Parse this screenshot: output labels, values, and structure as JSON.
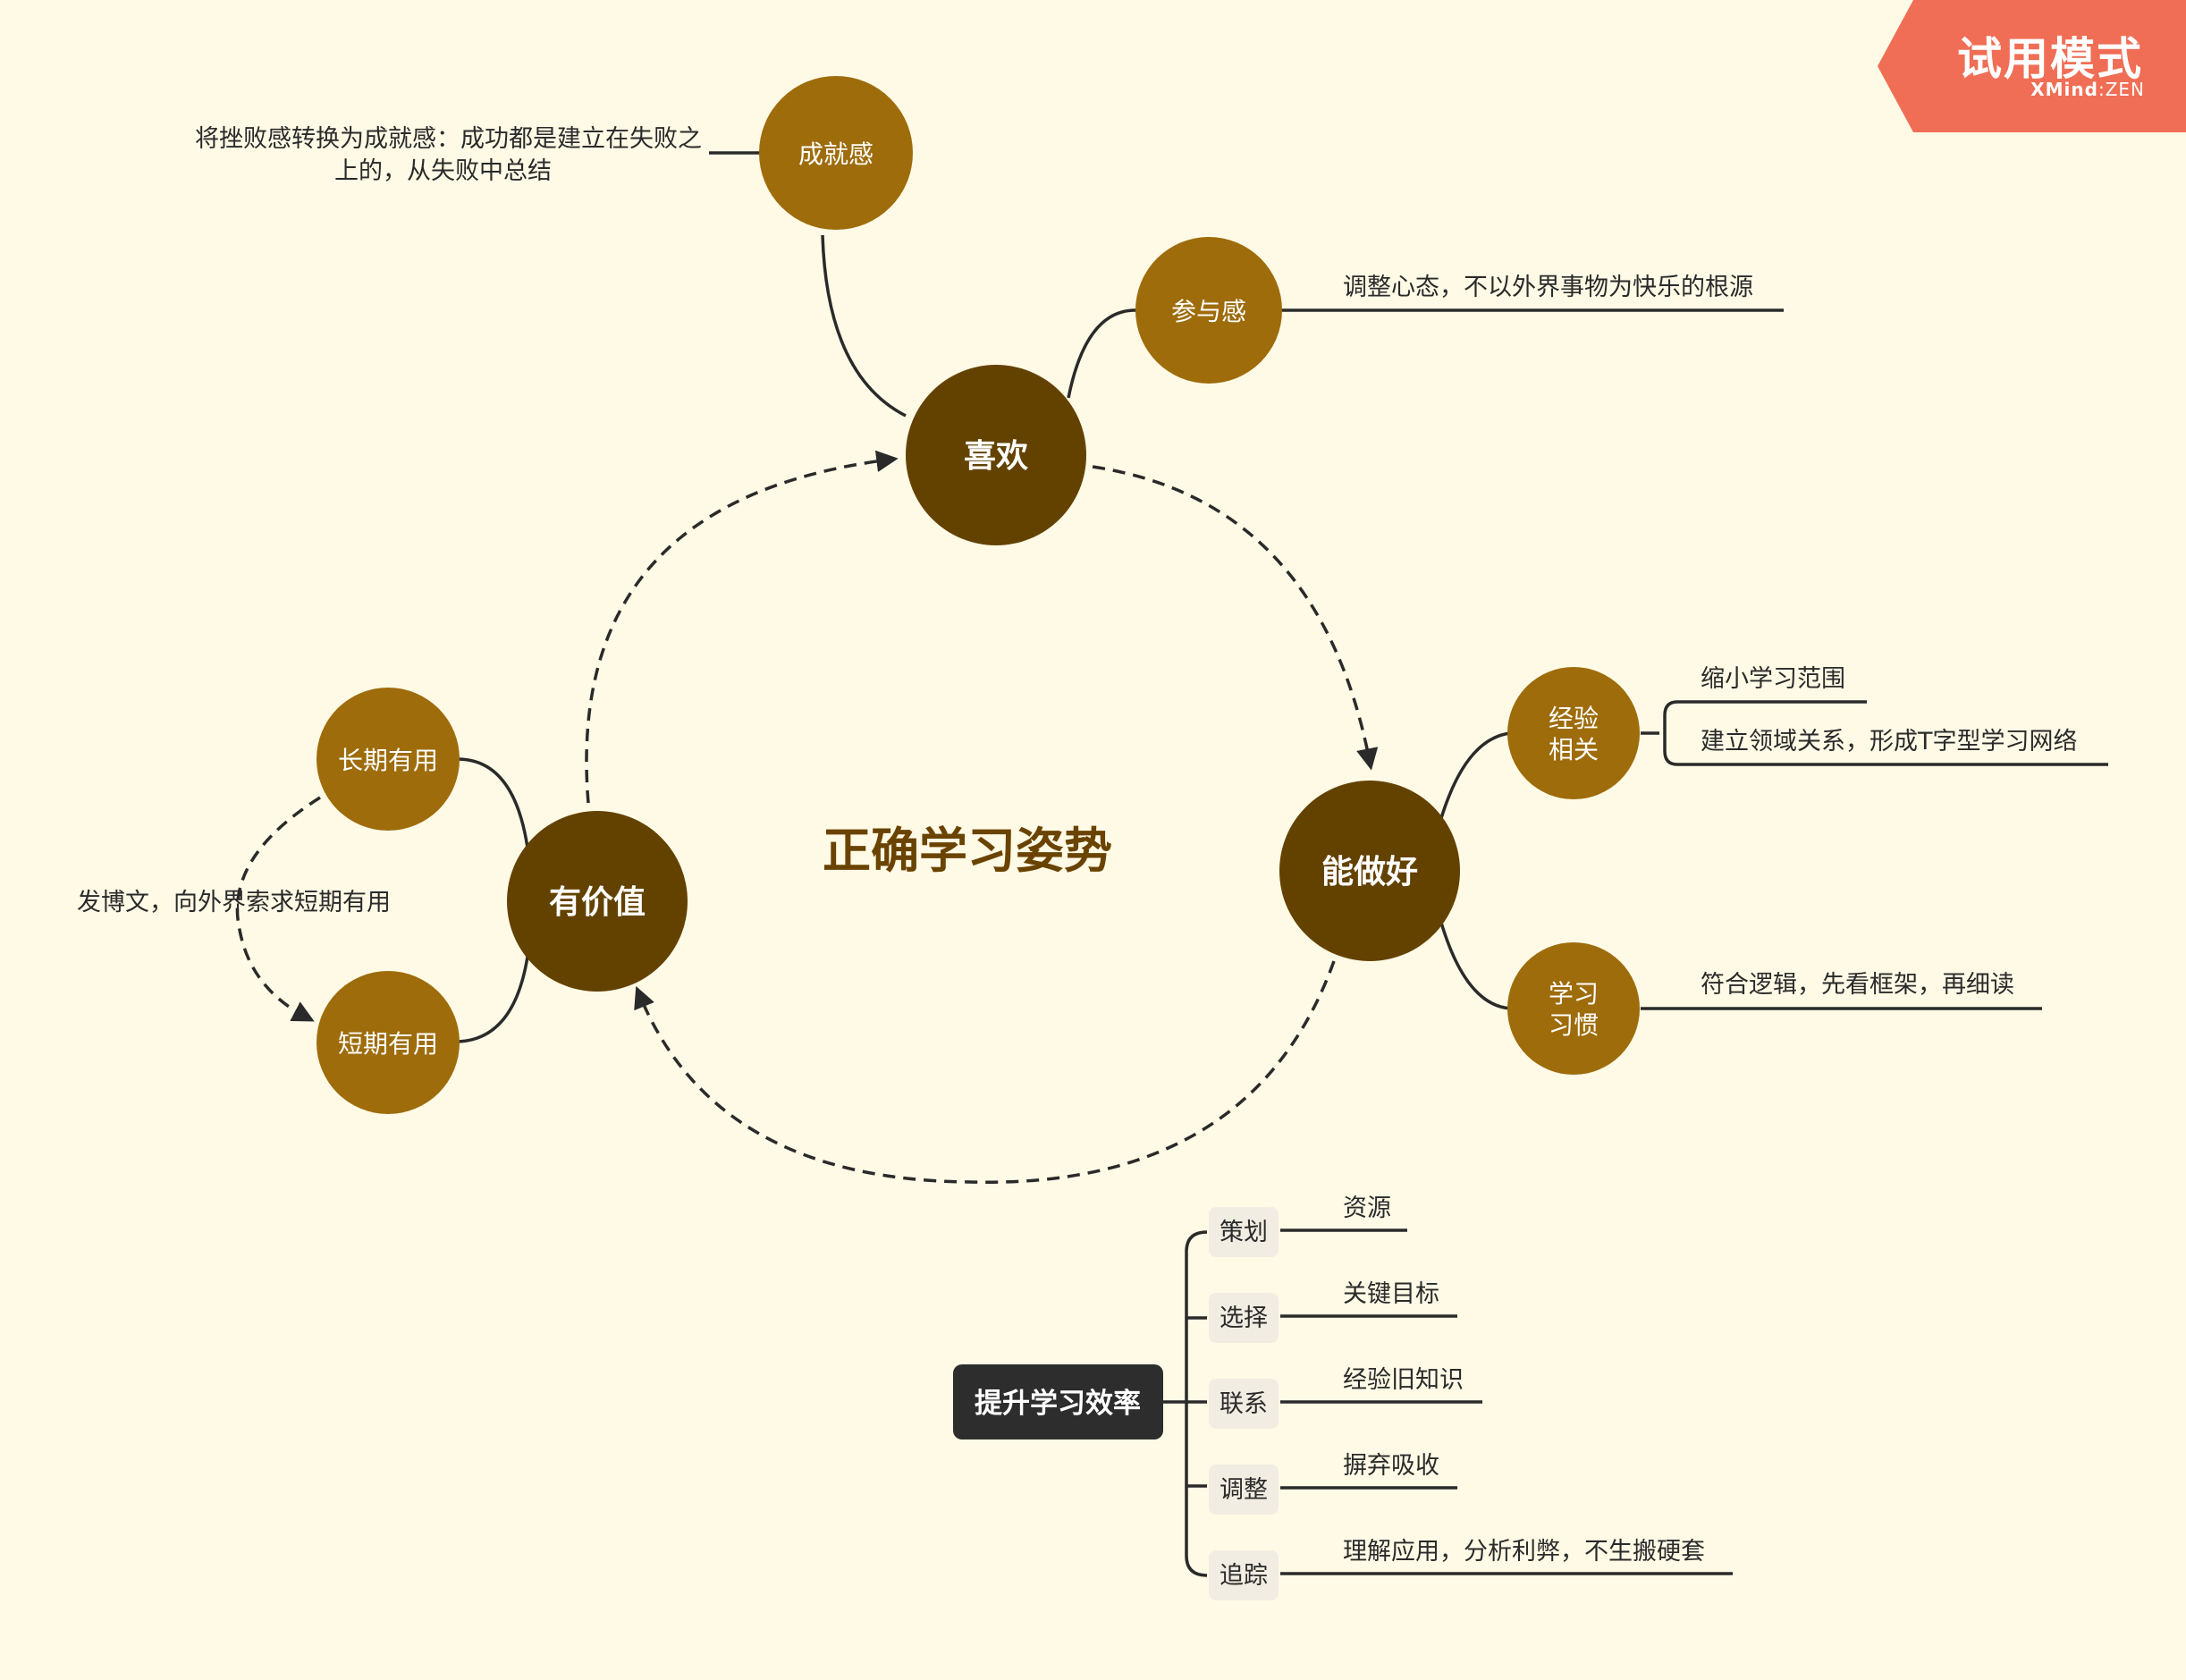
{
  "watermark": {
    "title": "试用模式",
    "brand": "XMind",
    "sep": ":",
    "edition": "ZEN",
    "color": "#f06e55"
  },
  "colors": {
    "background": "#fffae6",
    "dark_node": "#634200",
    "light_node": "#9e6c0b",
    "light_text": "#ffffff",
    "line": "#2a2a2a",
    "title_text": "#6a4300",
    "tag_bg": "#f1ede2",
    "box_bg": "#2d2d2d"
  },
  "diagram": {
    "center_title": "正确学习姿势",
    "main_nodes": {
      "xihuan": "喜欢",
      "nengzuohao": "能做好",
      "youjiazhi": "有价值"
    },
    "sub_nodes": {
      "chengjiugan": "成就感",
      "canyugan": "参与感",
      "jingyan": [
        "经验",
        "相关"
      ],
      "xiguan": [
        "学习",
        "习惯"
      ],
      "changqi": "长期有用",
      "duanqi": "短期有用"
    },
    "notes": {
      "chengjiugan": [
        "将挫败感转换为成就感：成功都是建立在失败之",
        "上的，从失败中总结"
      ],
      "canyugan": "调整心态，不以外界事物为快乐的根源",
      "jingyan_1": "缩小学习范围",
      "jingyan_2": "建立领域关系，形成T字型学习网络",
      "xiguan": "符合逻辑，先看框架，再细读",
      "youjiazhi_link": "发博文，向外界索求短期有用"
    },
    "efficiency": {
      "title": "提升学习效率",
      "items": [
        {
          "label": "策划",
          "note": "资源"
        },
        {
          "label": "选择",
          "note": "关键目标"
        },
        {
          "label": "联系",
          "note": "经验旧知识"
        },
        {
          "label": "调整",
          "note": "摒弃吸收"
        },
        {
          "label": "追踪",
          "note": "理解应用，分析利弊，不生搬硬套"
        }
      ]
    }
  }
}
